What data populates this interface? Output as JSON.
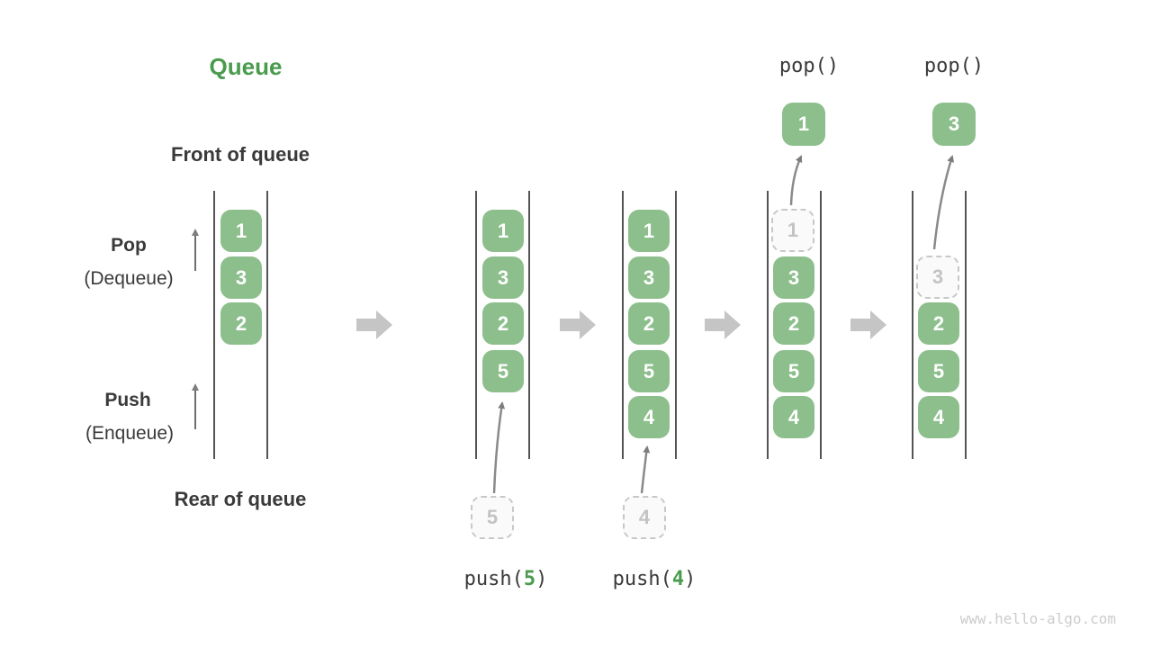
{
  "title": "Queue",
  "watermark": "www.hello-algo.com",
  "colors": {
    "item_green": "#8dbf8d",
    "accent_green": "#4a9b4e",
    "text_dark": "#3a3a3a",
    "block_arrow_gray": "#c5c5c5",
    "thin_arrow_gray": "#8a8a8a",
    "ghost_gray": "#c8c8c8"
  },
  "side": {
    "front": "Front of queue",
    "rear": "Rear of queue",
    "pop": "Pop",
    "pop_alias": "(Dequeue)",
    "push": "Push",
    "push_alias": "(Enqueue)"
  },
  "ops": {
    "push5": {
      "fn": "push(",
      "arg": "5",
      "close": ")"
    },
    "push4": {
      "fn": "push(",
      "arg": "4",
      "close": ")"
    },
    "pop1": "pop()",
    "pop2": "pop()"
  },
  "states": {
    "s1": {
      "items": [
        "1",
        "3",
        "2"
      ]
    },
    "s2": {
      "items": [
        "1",
        "3",
        "2",
        "5"
      ],
      "incoming": "5"
    },
    "s3": {
      "items": [
        "1",
        "3",
        "2",
        "5",
        "4"
      ],
      "incoming": "4"
    },
    "s4": {
      "ghost": "1",
      "items": [
        "3",
        "2",
        "5",
        "4"
      ],
      "outgoing": "1"
    },
    "s5": {
      "ghost": "3",
      "items": [
        "2",
        "5",
        "4"
      ],
      "outgoing": "3"
    }
  }
}
